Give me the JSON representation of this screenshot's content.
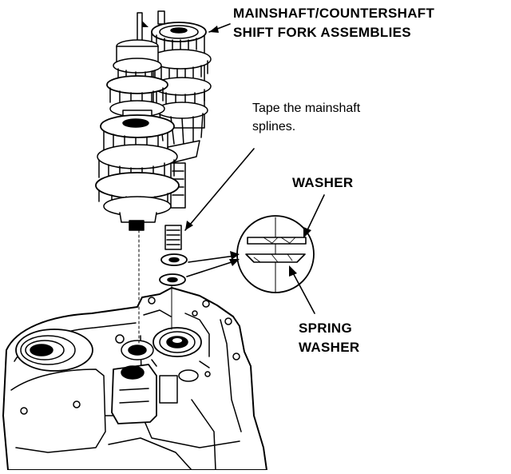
{
  "labels": {
    "assemblies_line1": "MAINSHAFT/COUNTERSHAFT",
    "assemblies_line2": "SHIFT FORK ASSEMBLIES",
    "tape_line1": "Tape the mainshaft",
    "tape_line2": "splines.",
    "washer": "WASHER",
    "spring_line1": "SPRING",
    "spring_line2": "WASHER"
  },
  "colors": {
    "ink": "#000000",
    "paper": "#ffffff"
  }
}
